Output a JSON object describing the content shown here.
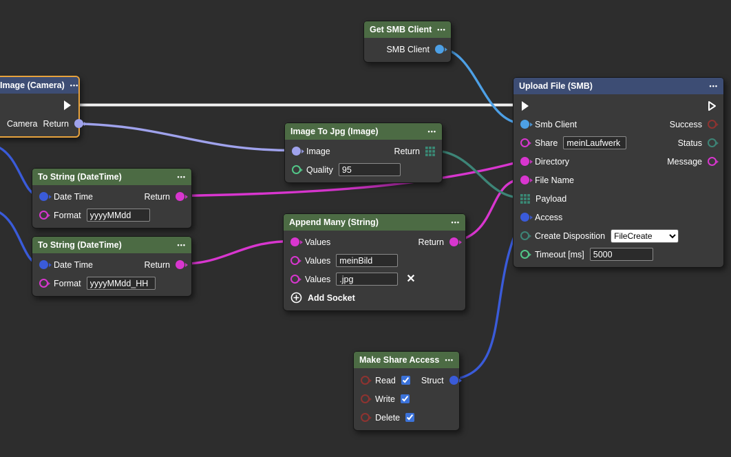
{
  "palette": {
    "background": "#2d2d2d",
    "node_body": "#3a3a3a",
    "header_green": "#4c6b44",
    "header_blue": "#3d4d74",
    "selection_orange": "#e8a33d",
    "sky_blue": "#4da0e6",
    "royal_blue": "#3a5bd9",
    "magenta": "#d836cf",
    "light_purple": "#9fa2ec",
    "teal": "#3d8577",
    "green": "#52c788",
    "dark_red": "#8f3330",
    "checkbox_blue": "#3b72d9",
    "exec_wire": "#f2f2f2"
  },
  "icons": {
    "menu_dots": "•••",
    "delete_x": "✕"
  },
  "nodes": {
    "get_smb_client": {
      "title": "Get SMB Client",
      "output_smb_client": "SMB Client"
    },
    "image_camera": {
      "title": "Image (Camera)",
      "output_prefix": "Camera",
      "output_return": "Return"
    },
    "upload_file": {
      "title": "Upload File (SMB)",
      "smb_client_label": "Smb Client",
      "share_label": "Share",
      "share_value": "meinLaufwerk",
      "directory_label": "Directory",
      "file_name_label": "File Name",
      "payload_label": "Payload",
      "access_label": "Access",
      "create_disposition_label": "Create Disposition",
      "create_disposition_value": "FileCreate",
      "timeout_label": "Timeout [ms]",
      "timeout_value": "5000",
      "success_label": "Success",
      "status_label": "Status",
      "message_label": "Message"
    },
    "image_to_jpg": {
      "title": "Image To Jpg (Image)",
      "image_label": "Image",
      "return_label": "Return",
      "quality_label": "Quality",
      "quality_value": "95"
    },
    "to_string_1": {
      "title": "To String (DateTime)",
      "datetime_label": "Date Time",
      "return_label": "Return",
      "format_label": "Format",
      "format_value": "yyyyMMdd"
    },
    "to_string_2": {
      "title": "To String (DateTime)",
      "datetime_label": "Date Time",
      "return_label": "Return",
      "format_label": "Format",
      "format_value": "yyyyMMdd_HH"
    },
    "append_many": {
      "title": "Append Many (String)",
      "values_label": "Values",
      "return_label": "Return",
      "value_1": "meinBild",
      "value_2": ".jpg",
      "add_socket_label": "Add Socket"
    },
    "make_share_access": {
      "title": "Make Share Access",
      "read_label": "Read",
      "write_label": "Write",
      "delete_label": "Delete",
      "struct_label": "Struct",
      "read_checked": "true",
      "write_checked": "true",
      "delete_checked": "true"
    }
  }
}
